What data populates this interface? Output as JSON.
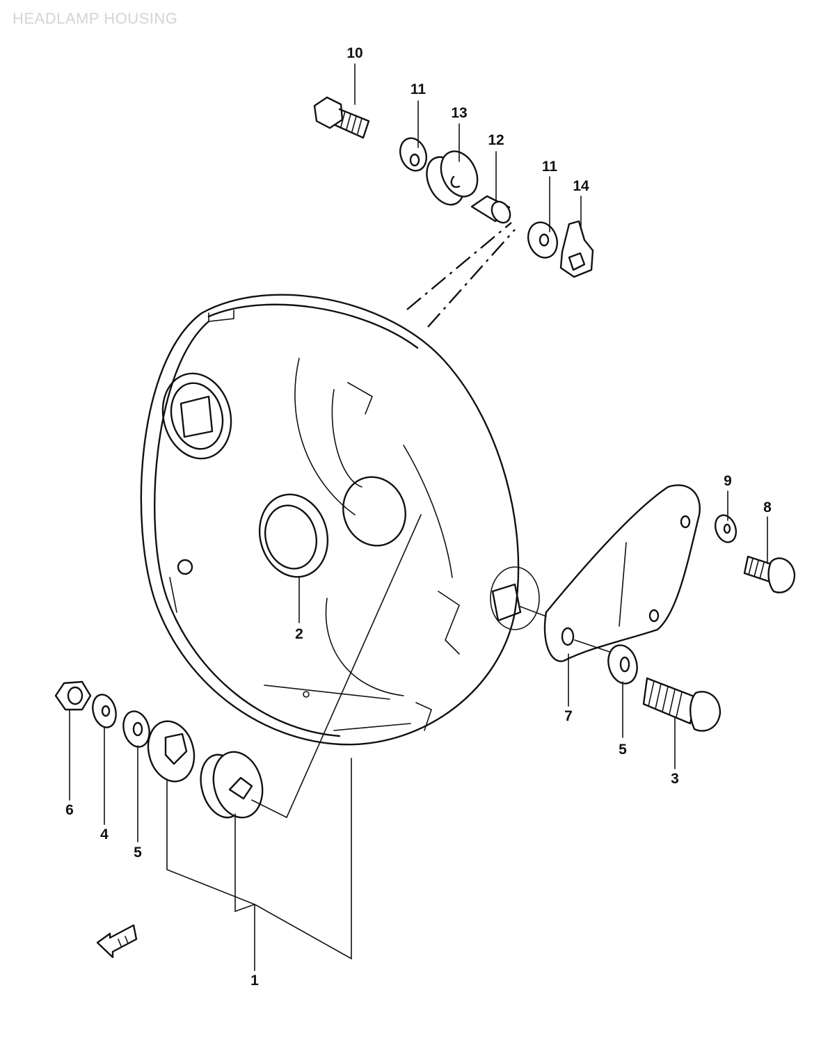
{
  "page": {
    "title": "HEADLAMP HOUSING"
  },
  "callouts": [
    {
      "id": "c10a",
      "label": "10"
    },
    {
      "id": "c11a",
      "label": "11"
    },
    {
      "id": "c13",
      "label": "13"
    },
    {
      "id": "c12",
      "label": "12"
    },
    {
      "id": "c11b",
      "label": "11"
    },
    {
      "id": "c14",
      "label": "14"
    },
    {
      "id": "c9",
      "label": "9"
    },
    {
      "id": "c8",
      "label": "8"
    },
    {
      "id": "c2",
      "label": "2"
    },
    {
      "id": "c7",
      "label": "7"
    },
    {
      "id": "c5a",
      "label": "5"
    },
    {
      "id": "c3",
      "label": "3"
    },
    {
      "id": "c6",
      "label": "6"
    },
    {
      "id": "c4",
      "label": "4"
    },
    {
      "id": "c5b",
      "label": "5"
    },
    {
      "id": "c1",
      "label": "1"
    }
  ]
}
